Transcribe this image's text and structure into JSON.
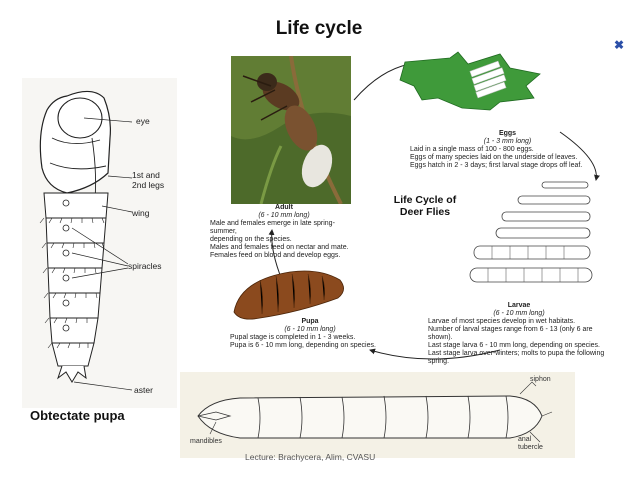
{
  "slide": {
    "title": "Life cycle",
    "footer": "Lecture: Brachycera, Alim, CVASU"
  },
  "pupa_figure": {
    "caption": "Obtectate pupa",
    "labels": {
      "eye": "eye",
      "legs_1": "1st and",
      "legs_2": "2nd legs",
      "wing": "wing",
      "spiracles": "spiracles",
      "aster": "aster"
    }
  },
  "life_cycle": {
    "title_line1": "Life Cycle of",
    "title_line2": "Deer Flies",
    "eggs": {
      "heading": "Eggs",
      "size": "(1 - 3 mm long)",
      "lines": [
        "Laid in a single mass of 100 - 800 eggs.",
        "Eggs of many species laid on the underside of leaves.",
        "Eggs hatch in 2 - 3 days; first larval stage drops off leaf."
      ]
    },
    "adult": {
      "heading": "Adult",
      "size": "(6 - 10 mm long)",
      "lines": [
        "Male and females emerge in late spring-summer,",
        "depending on the species.",
        "Males and females feed on nectar and mate.",
        "Females feed on blood and develop eggs."
      ]
    },
    "pupa": {
      "heading": "Pupa",
      "size": "(6 - 10 mm long)",
      "lines": [
        "Pupal stage is completed in 1 - 3 weeks.",
        "Pupa is 6 - 10 mm long, depending on species."
      ]
    },
    "larvae": {
      "heading": "Larvae",
      "size": "(6 - 10 mm long)",
      "lines": [
        "Larvae of most species develop in wet habitats.",
        "Number of larval stages range from 6 - 13 (only 6 are shown).",
        "Last stage larva 6 - 10 mm long, depending on species.",
        "Last stage larva over-winters; molts to pupa the following spring."
      ]
    }
  },
  "larva_figure": {
    "labels": {
      "siphon": "siphon",
      "mandibles": "mandibles",
      "anal_1": "anal",
      "anal_2": "tubercle"
    }
  },
  "icons": {
    "close": "close-icon"
  },
  "colors": {
    "leaf": "#3f9a3a",
    "pupa_brown": "#8b4a1e",
    "photo_bg": "#4d6a2a"
  }
}
